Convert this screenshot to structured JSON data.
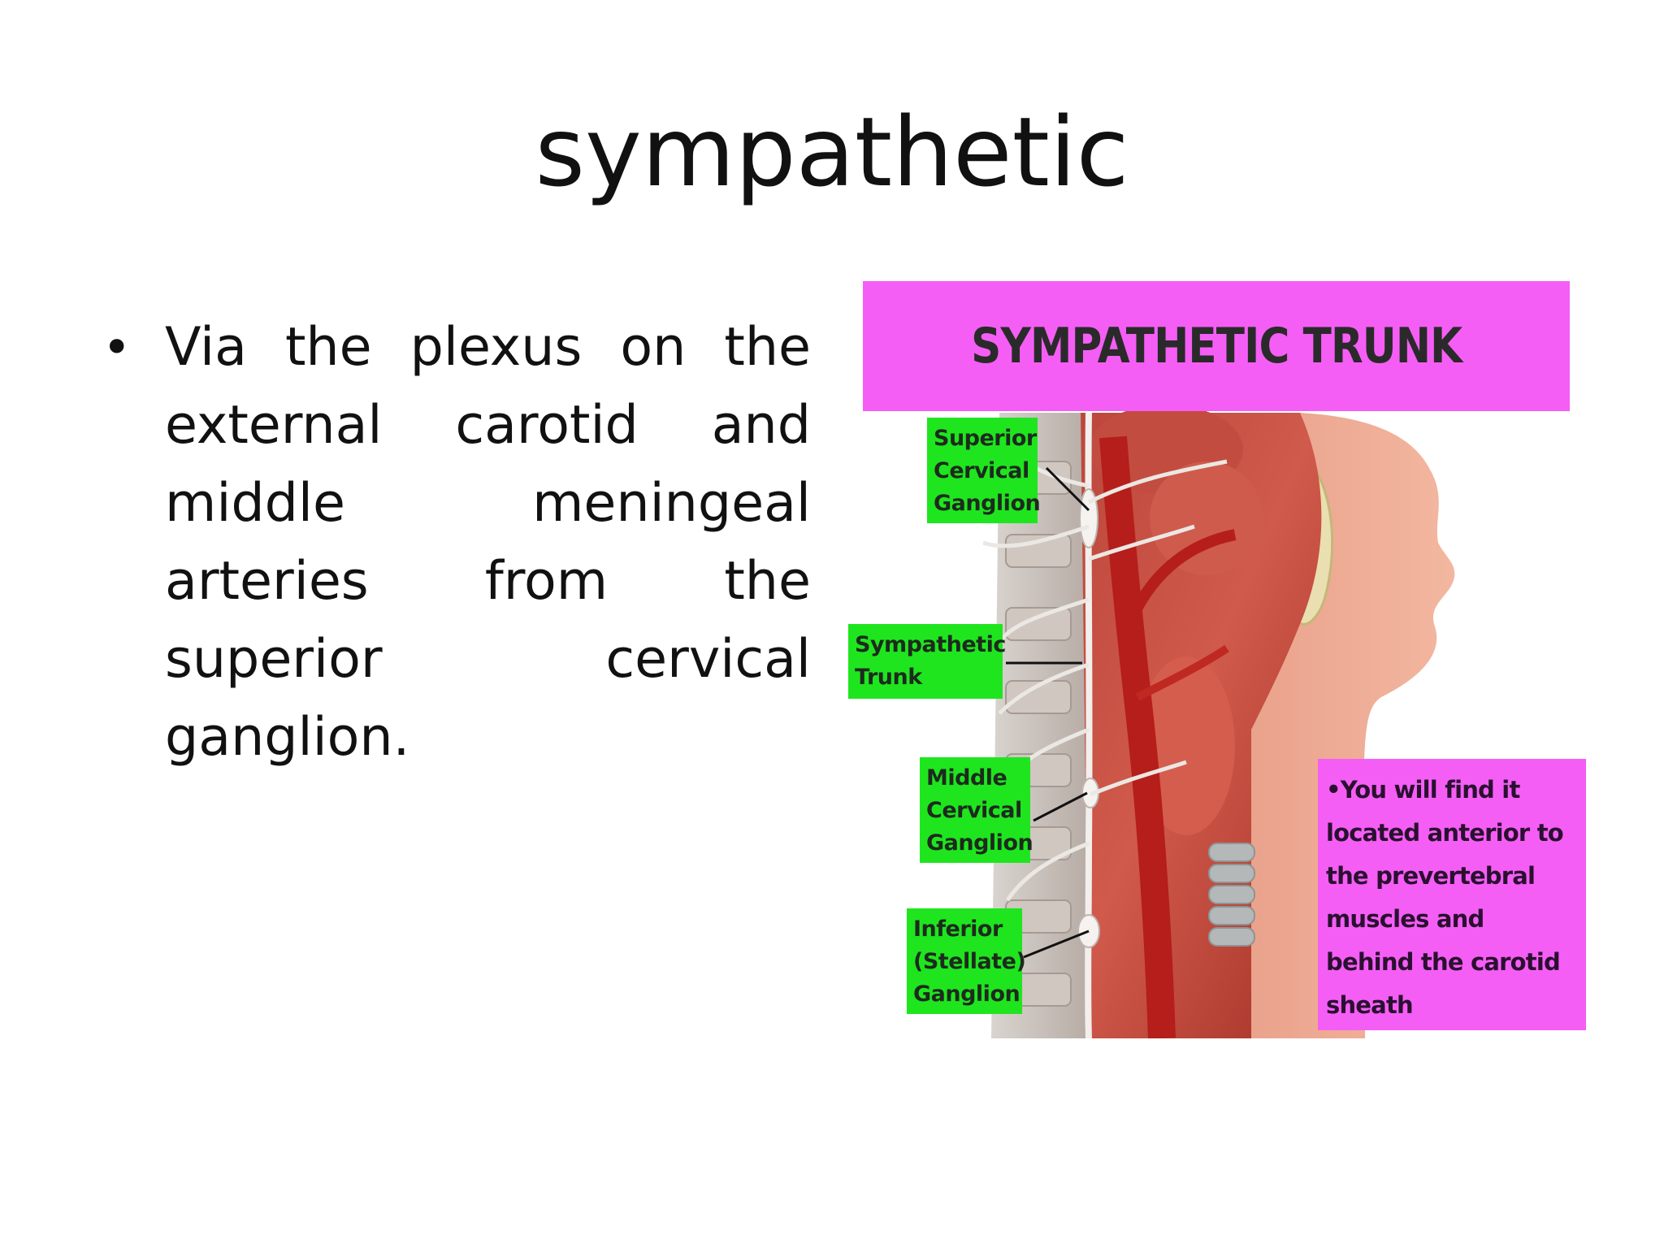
{
  "slide": {
    "title": "sympathetic",
    "bullet_marker": "•",
    "bullet_text": "Via the plexus on the external carotid and middle meningeal arteries from the superior cervical ganglion."
  },
  "figure": {
    "banner": "SYMPATHETIC TRUNK",
    "labels": {
      "superior": "Superior\nCervical\nGanglion",
      "trunk": "Sympathetic\nTrunk",
      "middle": "Middle\nCervical\nGanglion",
      "inferior": "Inferior\n(Stellate)\nGanglion"
    },
    "note": "•You will find it located anterior to the prevertebral muscles and behind the carotid sheath",
    "colors": {
      "banner": "#f55ef5",
      "label": "#1fe51f",
      "muscle": "#c8403a",
      "nerve": "#e8e4e0"
    }
  }
}
